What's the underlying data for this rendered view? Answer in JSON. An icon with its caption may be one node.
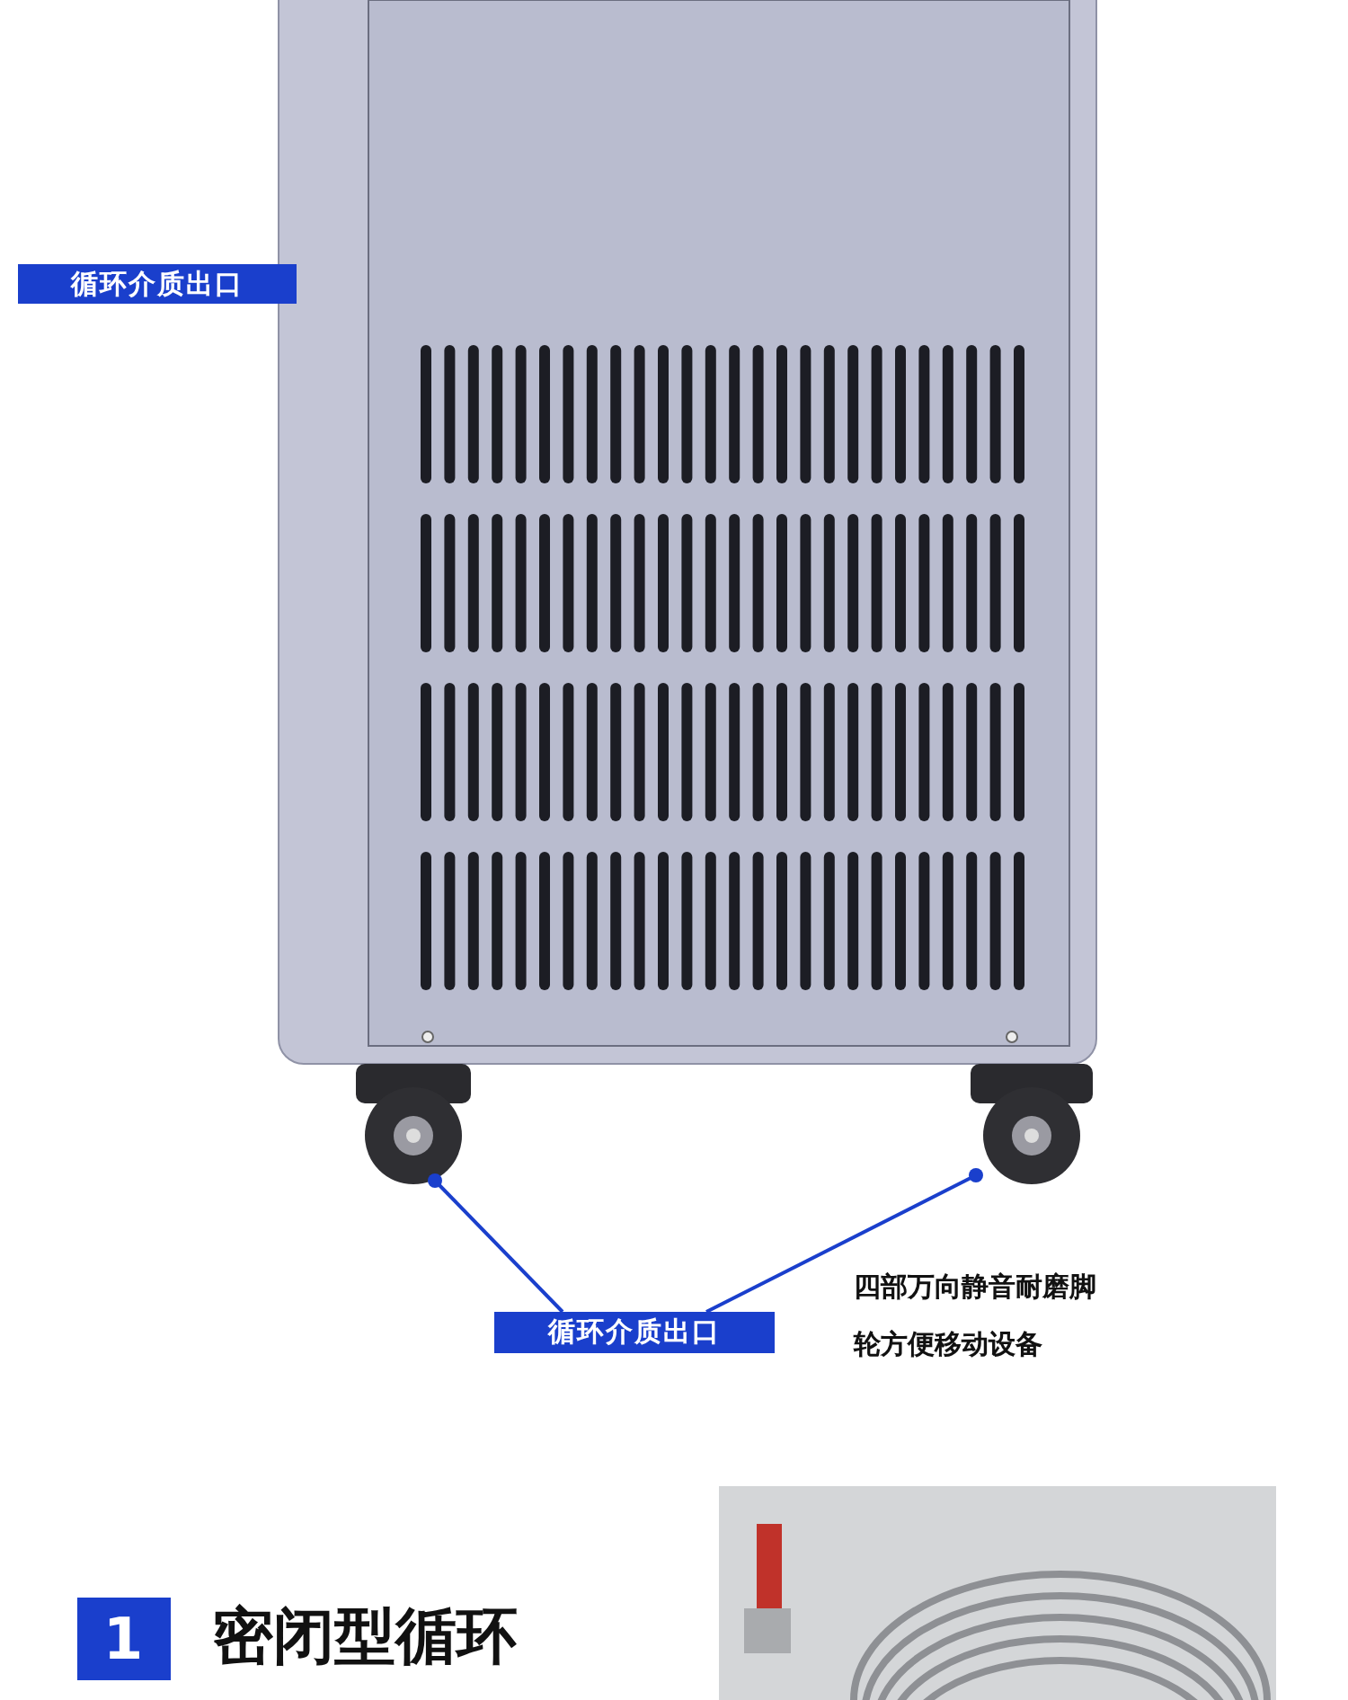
{
  "diagram": {
    "nodes": [
      {
        "text": [],
        "shape": "picture"
      },
      {
        "text": [
          "循环介质出口"
        ]
      },
      {
        "text": [],
        "shape": "picture"
      },
      {
        "text": [],
        "shape": "picture"
      },
      {
        "text": [
          "循环介质出口"
        ]
      },
      {
        "text": [
          "1"
        ]
      },
      {
        "text": [],
        "shape": "picture"
      }
    ],
    "edges": [
      {
        "from": 4,
        "to": 2,
        "arrow": "other"
      },
      {
        "from": 4,
        "to": 3,
        "arrow": "other"
      }
    ],
    "labels": [
      "四部万向静音耐磨脚轮方便移动设备",
      "密闭型循环"
    ]
  }
}
